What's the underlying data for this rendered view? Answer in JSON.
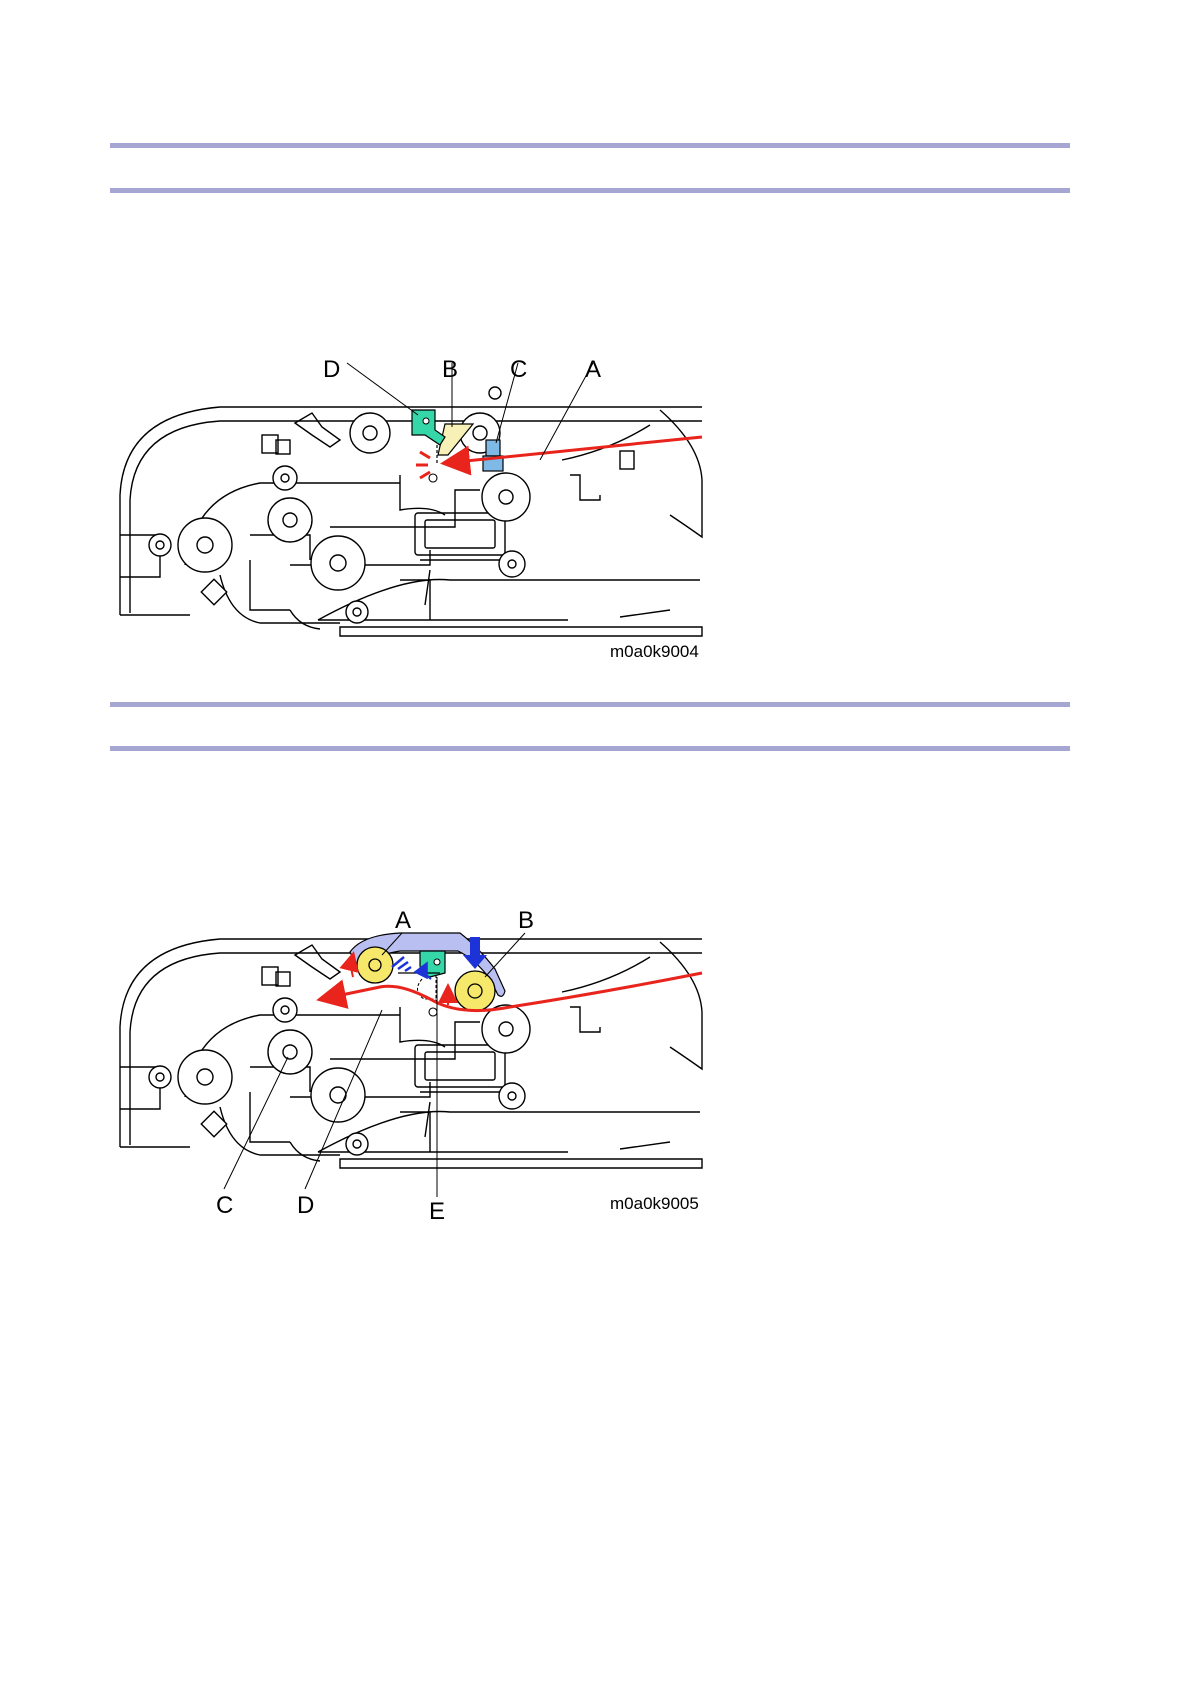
{
  "figures": [
    {
      "code": "m0a0k9004",
      "callouts": {
        "a": "A",
        "b": "B",
        "c": "C",
        "d": "D"
      }
    },
    {
      "code": "m0a0k9005",
      "callouts": {
        "a": "A",
        "b": "B",
        "c": "C",
        "d": "D",
        "e": "E"
      }
    }
  ],
  "colors": {
    "rule": "#a6a6d2",
    "paper_path": "#e8241c",
    "motion_arrow": "#1d33d8",
    "roller_highlight": "#f6e86a",
    "lever": "#35d7a8",
    "guide_plate": "#f7f1b8",
    "sensor": "#7fb9e6",
    "pressure_plate": "#b9bff0"
  }
}
